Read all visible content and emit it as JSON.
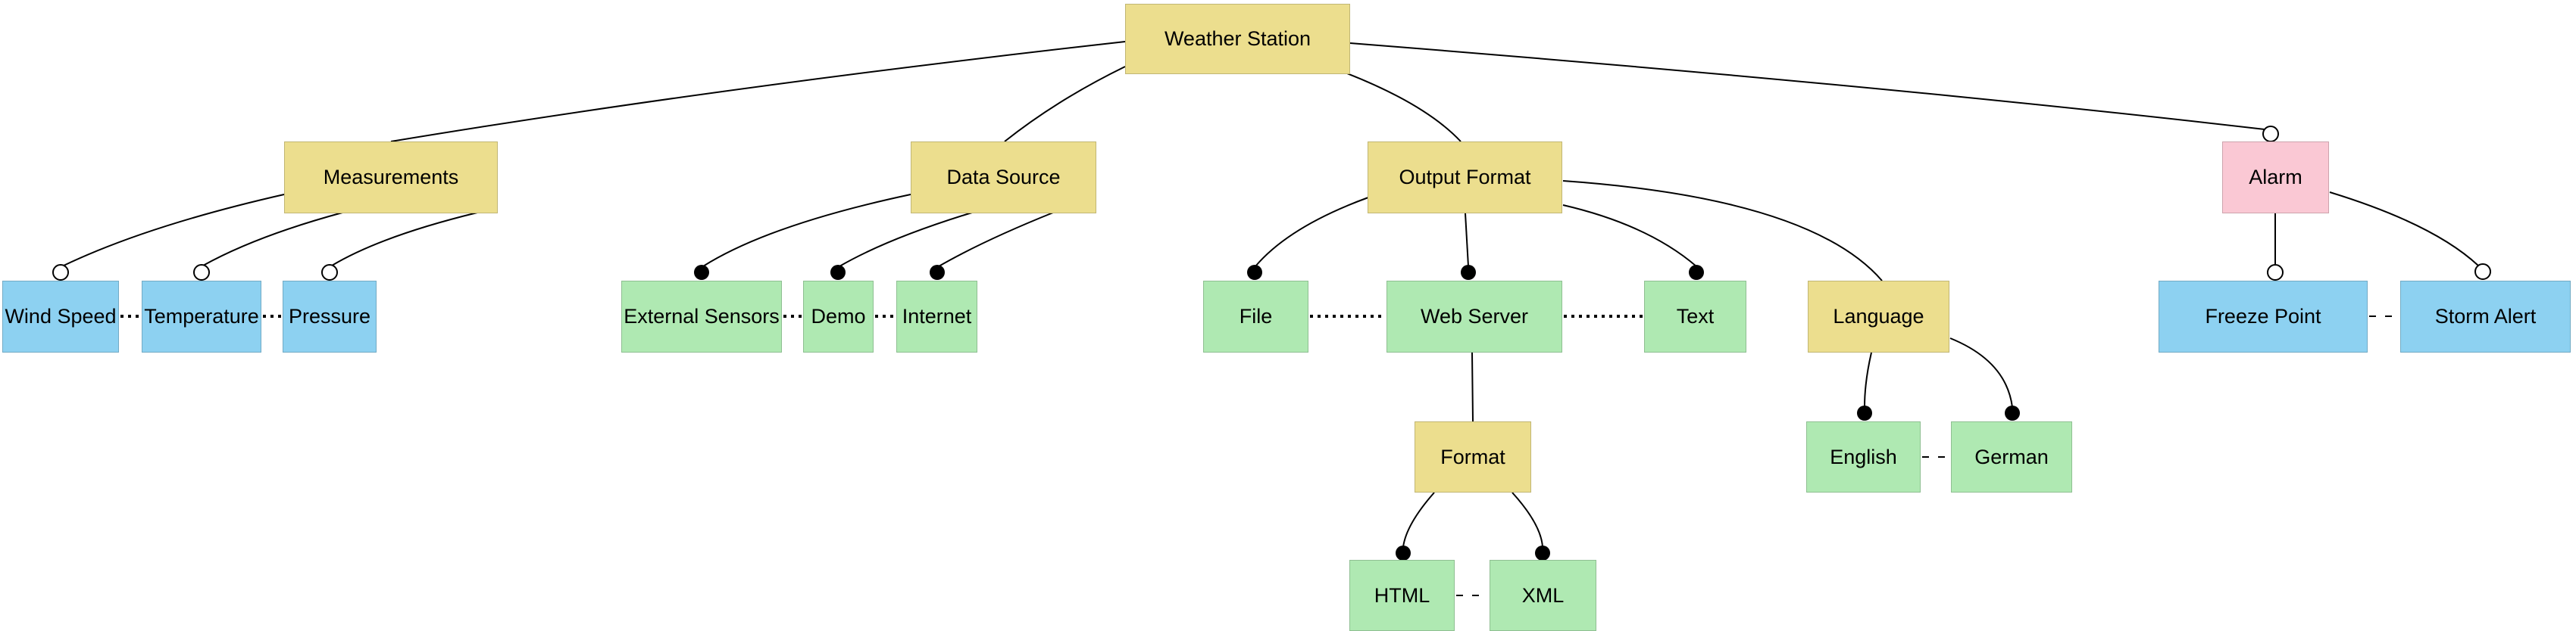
{
  "colors": {
    "yellow": "#ECDE8E",
    "green": "#AFE9B2",
    "blue": "#8DD1F1",
    "pink": "#FAC8D4",
    "edge": "#000000",
    "background": "#FFFFFF"
  },
  "nodes": [
    {
      "id": "weather-station",
      "label": "Weather Station",
      "type": "yellow"
    },
    {
      "id": "measurements",
      "label": "Measurements",
      "type": "yellow"
    },
    {
      "id": "data-source",
      "label": "Data Source",
      "type": "yellow"
    },
    {
      "id": "output-format",
      "label": "Output Format",
      "type": "yellow"
    },
    {
      "id": "alarm",
      "label": "Alarm",
      "type": "pink"
    },
    {
      "id": "wind-speed",
      "label": "Wind Speed",
      "type": "blue"
    },
    {
      "id": "temperature",
      "label": "Temperature",
      "type": "blue"
    },
    {
      "id": "pressure",
      "label": "Pressure",
      "type": "blue"
    },
    {
      "id": "external-sensors",
      "label": "External Sensors",
      "type": "green"
    },
    {
      "id": "demo",
      "label": "Demo",
      "type": "green"
    },
    {
      "id": "internet",
      "label": "Internet",
      "type": "green"
    },
    {
      "id": "file",
      "label": "File",
      "type": "green"
    },
    {
      "id": "web-server",
      "label": "Web Server",
      "type": "green"
    },
    {
      "id": "text",
      "label": "Text",
      "type": "green"
    },
    {
      "id": "language",
      "label": "Language",
      "type": "yellow"
    },
    {
      "id": "freeze-point",
      "label": "Freeze Point",
      "type": "blue"
    },
    {
      "id": "storm-alert",
      "label": "Storm Alert",
      "type": "blue"
    },
    {
      "id": "format",
      "label": "Format",
      "type": "yellow"
    },
    {
      "id": "english",
      "label": "English",
      "type": "green"
    },
    {
      "id": "german",
      "label": "German",
      "type": "green"
    },
    {
      "id": "html",
      "label": "HTML",
      "type": "green"
    },
    {
      "id": "xml",
      "label": "XML",
      "type": "green"
    }
  ],
  "edges": [
    {
      "parent": "Weather Station",
      "child": "Measurements",
      "connector": "plain"
    },
    {
      "parent": "Weather Station",
      "child": "Data Source",
      "connector": "plain"
    },
    {
      "parent": "Weather Station",
      "child": "Output Format",
      "connector": "plain"
    },
    {
      "parent": "Weather Station",
      "child": "Alarm",
      "connector": "optional-circle"
    },
    {
      "parent": "Measurements",
      "child": "Wind Speed",
      "connector": "optional-circle"
    },
    {
      "parent": "Measurements",
      "child": "Temperature",
      "connector": "optional-circle"
    },
    {
      "parent": "Measurements",
      "child": "Pressure",
      "connector": "optional-circle"
    },
    {
      "parent": "Data Source",
      "child": "External Sensors",
      "connector": "mandatory-dot"
    },
    {
      "parent": "Data Source",
      "child": "Demo",
      "connector": "mandatory-dot"
    },
    {
      "parent": "Data Source",
      "child": "Internet",
      "connector": "mandatory-dot"
    },
    {
      "parent": "Output Format",
      "child": "File",
      "connector": "mandatory-dot"
    },
    {
      "parent": "Output Format",
      "child": "Web Server",
      "connector": "mandatory-dot"
    },
    {
      "parent": "Output Format",
      "child": "Text",
      "connector": "mandatory-dot"
    },
    {
      "parent": "Output Format",
      "child": "Language",
      "connector": "plain"
    },
    {
      "parent": "Web Server",
      "child": "Format",
      "connector": "plain"
    },
    {
      "parent": "Format",
      "child": "HTML",
      "connector": "mandatory-dot"
    },
    {
      "parent": "Format",
      "child": "XML",
      "connector": "mandatory-dot"
    },
    {
      "parent": "Language",
      "child": "English",
      "connector": "mandatory-dot"
    },
    {
      "parent": "Language",
      "child": "German",
      "connector": "mandatory-dot"
    },
    {
      "parent": "Alarm",
      "child": "Freeze Point",
      "connector": "optional-circle"
    },
    {
      "parent": "Alarm",
      "child": "Storm Alert",
      "connector": "optional-circle"
    }
  ],
  "sibling_links": [
    {
      "a": "Wind Speed",
      "b": "Temperature",
      "style": "dotted"
    },
    {
      "a": "Temperature",
      "b": "Pressure",
      "style": "dotted"
    },
    {
      "a": "External Sensors",
      "b": "Demo",
      "style": "dotted"
    },
    {
      "a": "Demo",
      "b": "Internet",
      "style": "dotted"
    },
    {
      "a": "File",
      "b": "Web Server",
      "style": "dotted"
    },
    {
      "a": "Web Server",
      "b": "Text",
      "style": "dotted"
    },
    {
      "a": "English",
      "b": "German",
      "style": "dashed"
    },
    {
      "a": "HTML",
      "b": "XML",
      "style": "dashed"
    },
    {
      "a": "Freeze Point",
      "b": "Storm Alert",
      "style": "dashed"
    }
  ]
}
